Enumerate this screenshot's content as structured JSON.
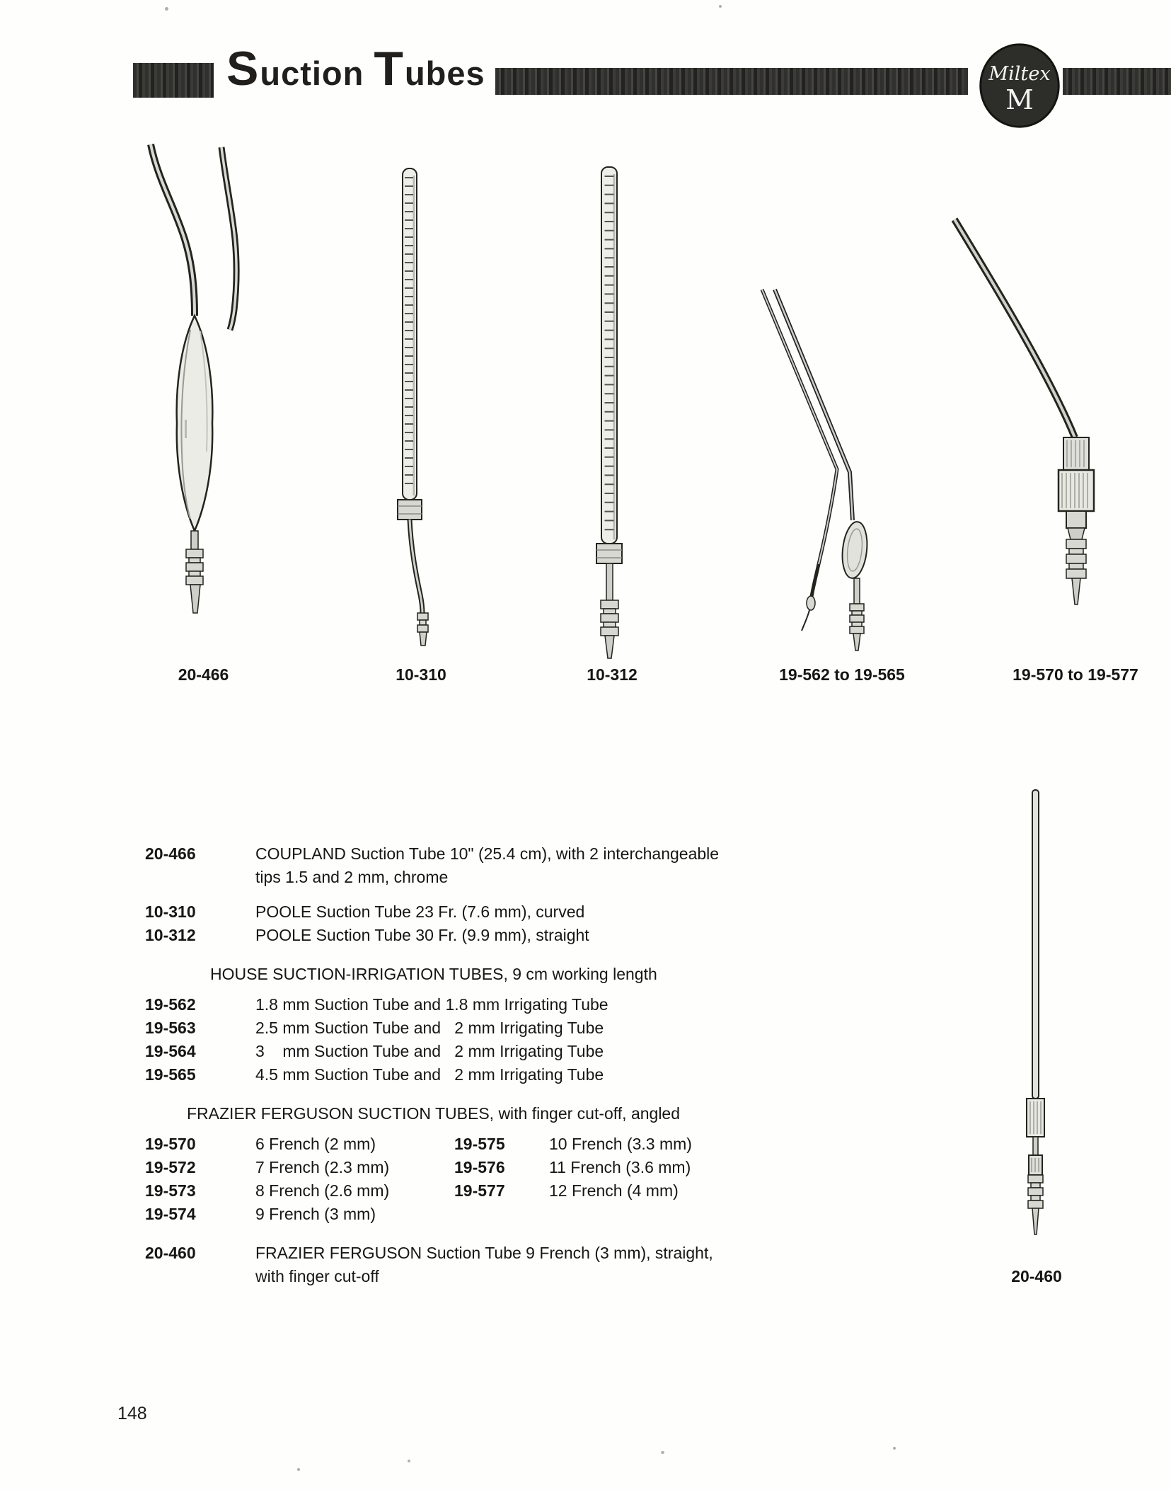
{
  "header": {
    "title_parts": [
      "S",
      "uction ",
      "T",
      "ubes"
    ],
    "logo_script": "Miltex",
    "logo_letter": "M"
  },
  "figures": {
    "coupland_label": "20-466",
    "poole_curved_label": "10-310",
    "poole_straight_label": "10-312",
    "house_label": "19-562 to 19-565",
    "frazier_label": "19-570 to 19-577",
    "frazier_straight_label": "20-460"
  },
  "listing": {
    "coupland": {
      "code": "20-466",
      "line1": "COUPLAND Suction Tube 10\" (25.4 cm), with 2 interchangeable",
      "line2": "tips 1.5 and 2 mm, chrome"
    },
    "poole": [
      {
        "code": "10-310",
        "desc": "POOLE Suction Tube 23 Fr. (7.6 mm), curved"
      },
      {
        "code": "10-312",
        "desc": "POOLE Suction Tube 30 Fr. (9.9 mm), straight"
      }
    ],
    "house_header": "HOUSE SUCTION-IRRIGATION TUBES, 9 cm working length",
    "house": [
      {
        "code": "19-562",
        "desc": "1.8 mm Suction Tube and 1.8 mm Irrigating Tube"
      },
      {
        "code": "19-563",
        "desc": "2.5 mm Suction Tube and   2 mm Irrigating Tube"
      },
      {
        "code": "19-564",
        "desc": "3    mm Suction Tube and   2 mm Irrigating Tube"
      },
      {
        "code": "19-565",
        "desc": "4.5 mm Suction Tube and   2 mm Irrigating Tube"
      }
    ],
    "frazier_header": "FRAZIER FERGUSON SUCTION TUBES, with finger cut-off, angled",
    "frazier": [
      {
        "code": "19-570",
        "desc": "6 French (2 mm)",
        "code2": "19-575",
        "desc2": "10 French (3.3 mm)"
      },
      {
        "code": "19-572",
        "desc": "7 French (2.3 mm)",
        "code2": "19-576",
        "desc2": "11 French (3.6 mm)"
      },
      {
        "code": "19-573",
        "desc": "8 French (2.6 mm)",
        "code2": "19-577",
        "desc2": "12 French (4 mm)"
      },
      {
        "code": "19-574",
        "desc": "9 French (3 mm)",
        "code2": "",
        "desc2": ""
      }
    ],
    "frazier_straight": {
      "code": "20-460",
      "line1": "FRAZIER FERGUSON Suction Tube 9 French (3 mm), straight,",
      "line2": "with finger cut-off"
    }
  },
  "footer": {
    "page_number": "148"
  }
}
